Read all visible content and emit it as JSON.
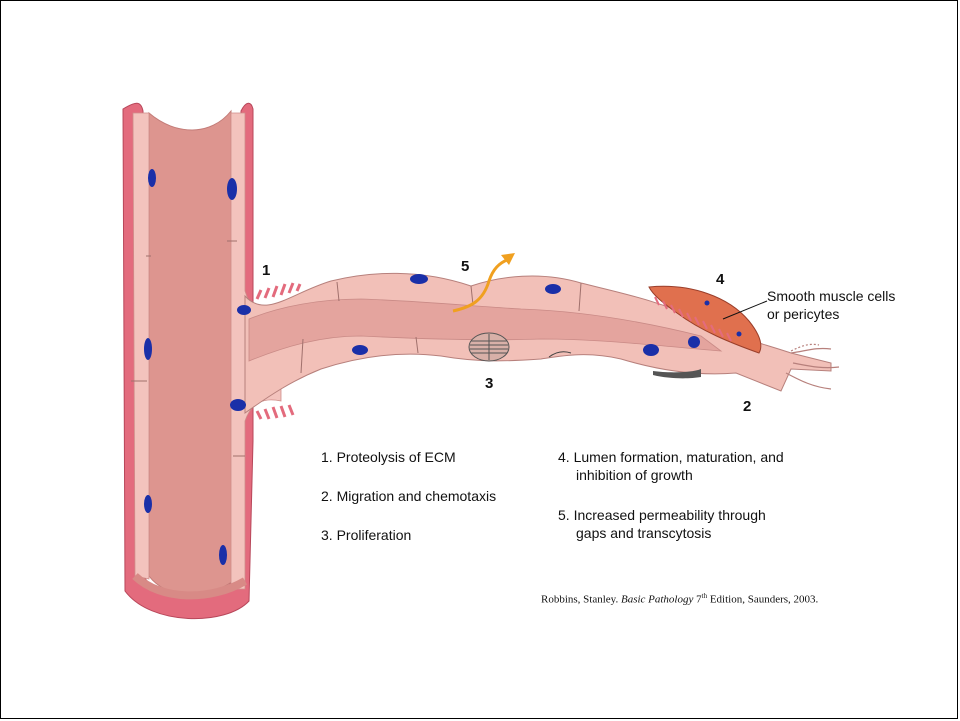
{
  "figure": {
    "step_numbers": [
      "1",
      "2",
      "3",
      "4",
      "5"
    ],
    "callout": {
      "line1": "Smooth muscle cells",
      "line2": "or pericytes"
    },
    "legend_left": [
      "1. Proteolysis of ECM",
      "2. Migration and chemotaxis",
      "3. Proliferation"
    ],
    "legend_right": {
      "item4_line1": "4. Lumen formation, maturation, and",
      "item4_line2": "inhibition of growth",
      "item5_line1": "5. Increased permeability through",
      "item5_line2": "gaps and transcytosis"
    }
  },
  "citation": {
    "authors": "Robbins, Stanley. ",
    "title": "Basic Pathology",
    "edition_num": " 7",
    "edition_sup": "th",
    "rest": " Edition, Saunders, 2003."
  },
  "colors": {
    "vessel_wall": "#e06a7c",
    "lumen": "#e29a95",
    "endothelium": "#f4c6c0",
    "nucleus": "#1a2fa8",
    "arrow": "#f0a020",
    "smooth_muscle": "#e0704e"
  }
}
